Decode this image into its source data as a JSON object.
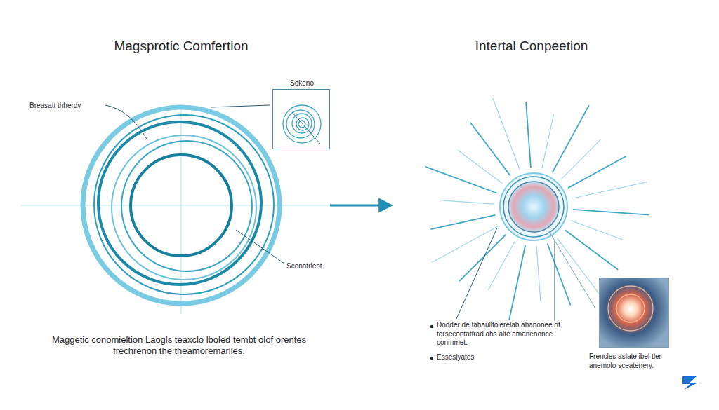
{
  "diagram": {
    "nodes": [
      {
        "text": [
          "Sokeno"
        ]
      },
      {
        "text": [
          "Frencles aslate ibel tler anemolo sceatenery."
        ]
      }
    ],
    "labels": [
      "Magsprotic Comfertion",
      "Intertal Conpeetion",
      "Breasatt thherdy",
      "Sconatrlent",
      "Maggetic conomieltion Laogls teaxclo lboled tembt olof orentes frechrenon the theamoremarlles.",
      "Dodder de fahaullfolerelab ahanonee of tersecontatfrad ahs alte amanenonce conmmet.",
      "Esseslyates"
    ]
  }
}
